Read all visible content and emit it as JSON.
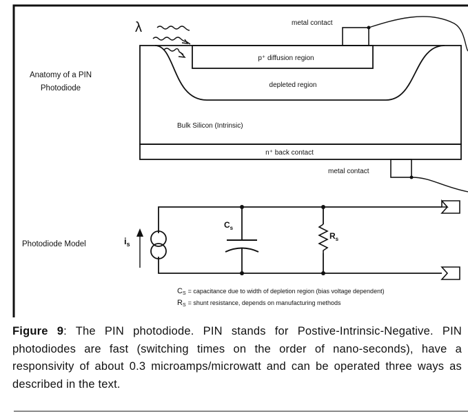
{
  "anatomy": {
    "title_line1": "Anatomy of a PIN",
    "title_line2": "Photodiode",
    "lambda": "λ",
    "metal_contact_top": "metal contact",
    "p_region": "p⁺ diffusion region",
    "depleted_region": "depleted region",
    "bulk_silicon": "Bulk Silicon (Intrinsic)",
    "n_back_contact": "n⁺ back contact",
    "metal_contact_bottom": "metal contact"
  },
  "model": {
    "title": "Photodiode Model",
    "current_symbol": "i",
    "current_sub": "s",
    "cap_symbol": "C",
    "cap_sub": "s",
    "res_symbol": "R",
    "res_sub": "s",
    "note_cs_symbol": "C",
    "note_cs_sub": "S",
    "note_cs_text": "= capacitance due to width of depletion region (bias voltage dependent)",
    "note_rs_symbol": "R",
    "note_rs_sub": "S",
    "note_rs_text": "= shunt resistance, depends on manufacturing methods"
  },
  "caption": {
    "label": "Figure 9",
    "text": ": The PIN photodiode. PIN stands for Postive-Intrinsic-Negative. PIN photodiodes are fast (switching times on the order of nano-seconds), have a responsivity of about 0.3 microamps/microwatt and can be operated three ways as described in the text."
  }
}
